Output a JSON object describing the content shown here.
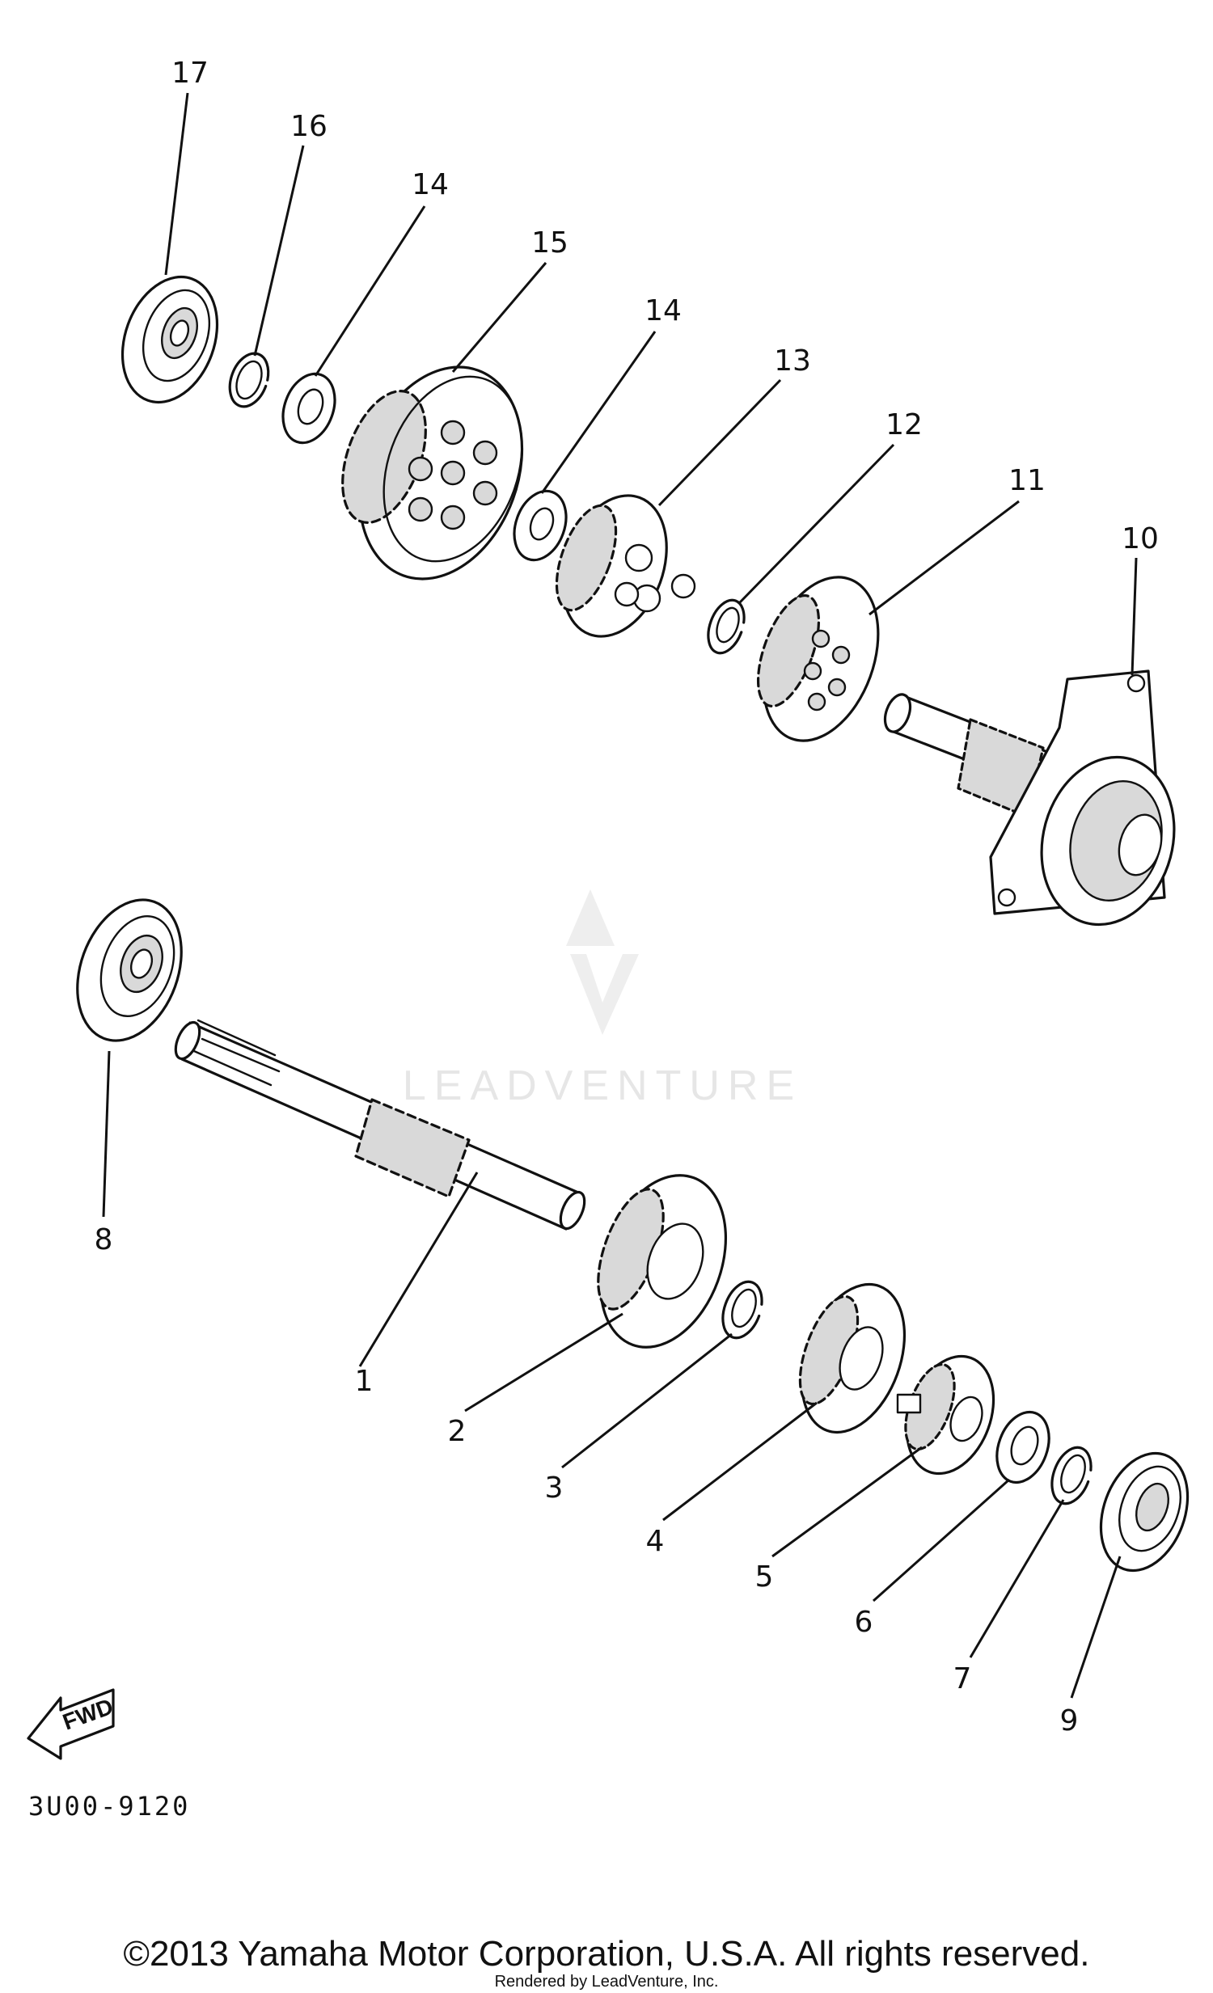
{
  "callouts": [
    "1",
    "2",
    "3",
    "4",
    "5",
    "6",
    "7",
    "8",
    "9",
    "10",
    "11",
    "12",
    "13",
    "14",
    "14",
    "15",
    "16",
    "17"
  ],
  "diagram_code": "3U00-9120",
  "fwd_label": "FWD",
  "watermark": "LEADVENTURE",
  "footer": {
    "copyright": "©2013 Yamaha Motor Corporation, U.S.A. All rights reserved.",
    "rendered_by": "Rendered by LeadVenture, Inc."
  }
}
